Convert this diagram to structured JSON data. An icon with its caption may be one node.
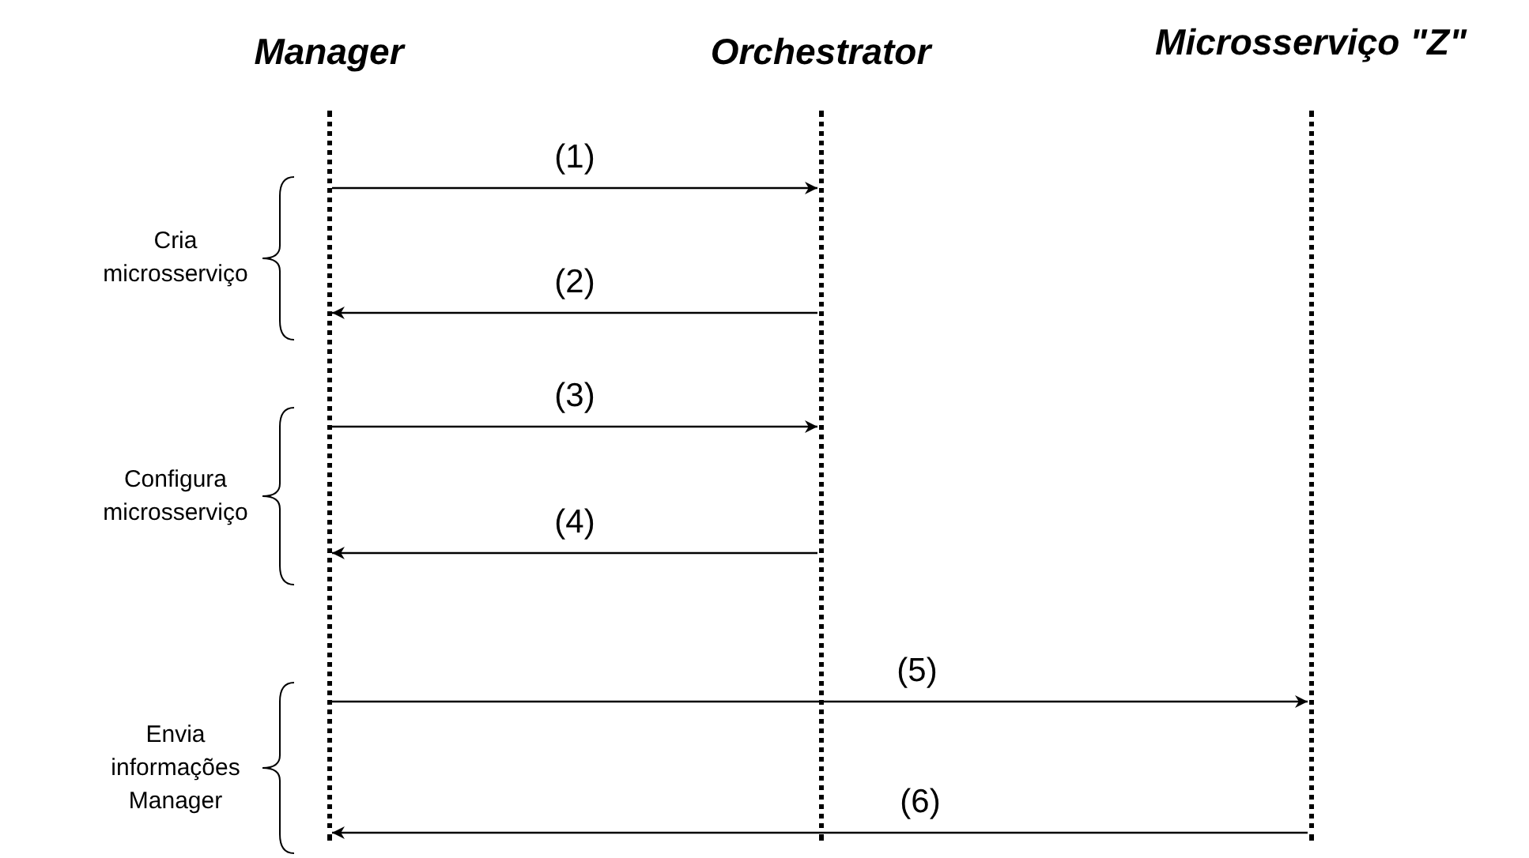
{
  "diagram": {
    "nodes": [
      {
        "text": [
          "Manager"
        ]
      },
      {
        "text": [
          "Orchestrator"
        ]
      },
      {
        "text": [
          "Microsserviço \"Z\""
        ]
      },
      {
        "text": [],
        "shape": "bar"
      },
      {
        "text": [],
        "shape": "bar"
      },
      {
        "text": [],
        "shape": "bar"
      }
    ],
    "edges": [
      {
        "from": 3,
        "to": 4,
        "arrow": "to",
        "label": "(1)"
      },
      {
        "from": 4,
        "to": 3,
        "arrow": "to",
        "label": "(2)"
      },
      {
        "from": 3,
        "to": 4,
        "arrow": "to",
        "label": "(3)"
      },
      {
        "from": 4,
        "to": 3,
        "arrow": "to",
        "label": "(4)"
      },
      {
        "from": 3,
        "to": 5,
        "arrow": "to",
        "label": "(5)"
      },
      {
        "from": 5,
        "to": 3,
        "arrow": "to",
        "label": "(6)"
      }
    ],
    "labels": [
      "Cria microsserviço",
      "Configura microsserviço",
      "Envia informações Manager"
    ]
  }
}
